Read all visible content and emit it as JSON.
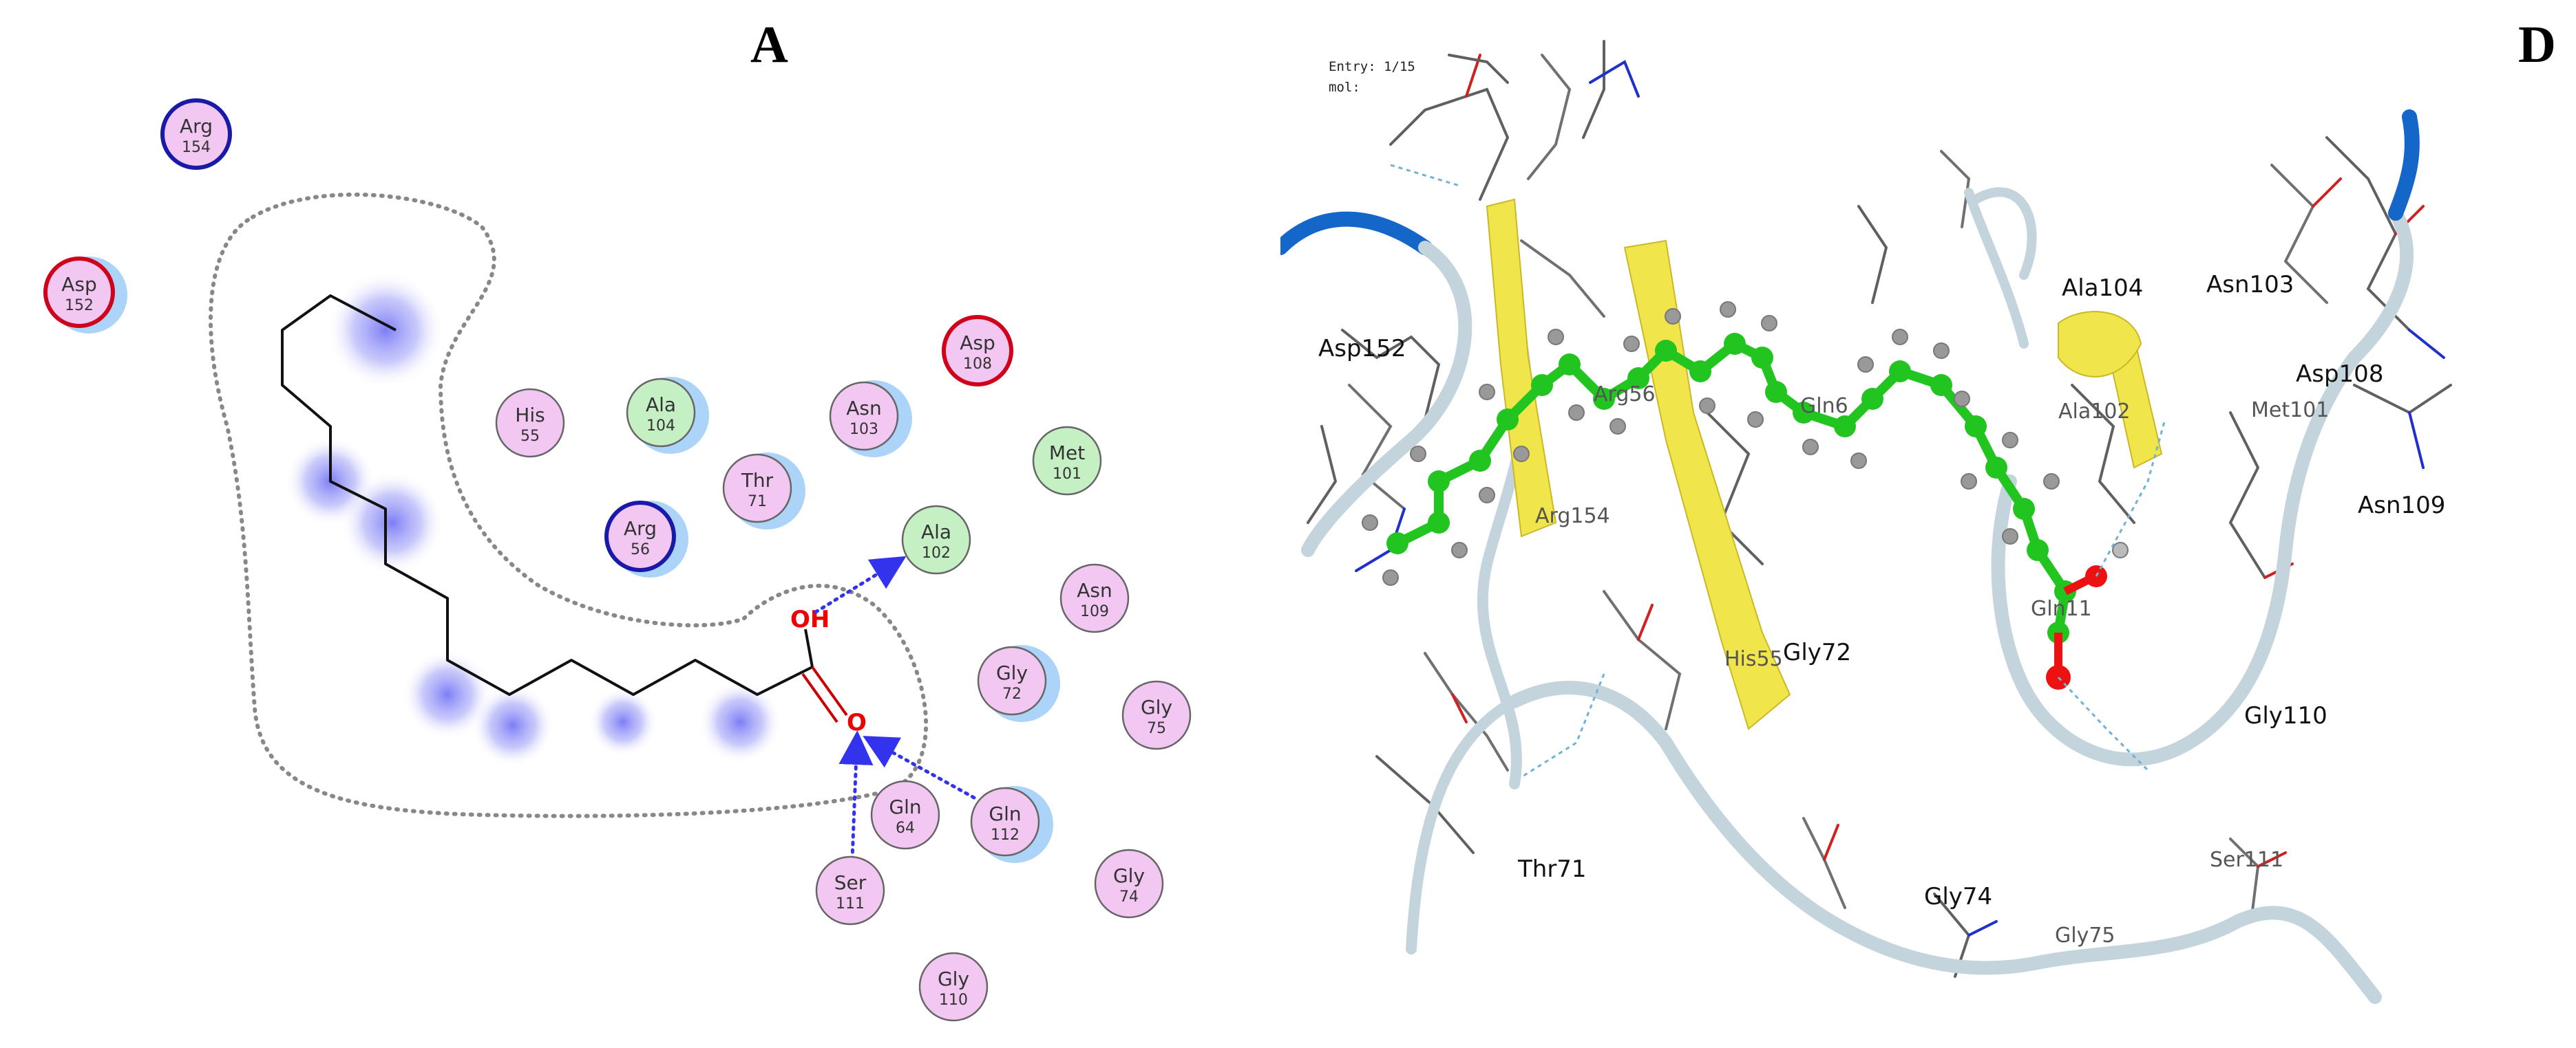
{
  "panel_a": {
    "letter": "A",
    "residues": [
      {
        "name": "Arg",
        "num": "154",
        "kind": "basic"
      },
      {
        "name": "Asp",
        "num": "152",
        "kind": "acidic"
      },
      {
        "name": "His",
        "num": "55",
        "kind": "polar"
      },
      {
        "name": "Ala",
        "num": "104",
        "kind": "hydrophobic"
      },
      {
        "name": "Asn",
        "num": "103",
        "kind": "polar"
      },
      {
        "name": "Asp",
        "num": "108",
        "kind": "acidic"
      },
      {
        "name": "Met",
        "num": "101",
        "kind": "hydrophobic"
      },
      {
        "name": "Thr",
        "num": "71",
        "kind": "polar"
      },
      {
        "name": "Arg",
        "num": "56",
        "kind": "basic"
      },
      {
        "name": "Ala",
        "num": "102",
        "kind": "hydrophobic"
      },
      {
        "name": "Asn",
        "num": "109",
        "kind": "polar"
      },
      {
        "name": "Gly",
        "num": "72",
        "kind": "polar"
      },
      {
        "name": "Gly",
        "num": "75",
        "kind": "polar"
      },
      {
        "name": "Gln",
        "num": "64",
        "kind": "polar"
      },
      {
        "name": "Gln",
        "num": "112",
        "kind": "polar"
      },
      {
        "name": "Ser",
        "num": "111",
        "kind": "polar"
      },
      {
        "name": "Gly",
        "num": "74",
        "kind": "polar"
      },
      {
        "name": "Gly",
        "num": "110",
        "kind": "polar"
      }
    ],
    "atom_labels": {
      "hydroxyl": "OH",
      "carbonyl": "O"
    },
    "colors": {
      "polar_fill": "#f2c8f2",
      "hydrophobic_fill": "#c4f0c4",
      "acidic_ring": "#d0021b",
      "basic_ring": "#1a1aa8",
      "hbond": "#3333ee",
      "exposure_halo": "#8fc6f5"
    }
  },
  "panel_d": {
    "letter": "D",
    "entry": "Entry: 1/15",
    "mol": "mol:",
    "labels": [
      "Asp152",
      "Arg56",
      "Gln6",
      "Ala104",
      "Asn103",
      "Asp108",
      "Ala102",
      "Met101",
      "Asn109",
      "Arg154",
      "Gln11",
      "His55",
      "Gly72",
      "Gly110",
      "Ser111",
      "Thr71",
      "Gly74",
      "Gly75"
    ],
    "colors": {
      "ribbon": "#c4d4dc",
      "helix_end": "#1466c8",
      "strand": "#f0e54a",
      "ligand": "#22c41f",
      "oxygen": "#ee1111",
      "nitrogen": "#1a2bd6"
    }
  }
}
